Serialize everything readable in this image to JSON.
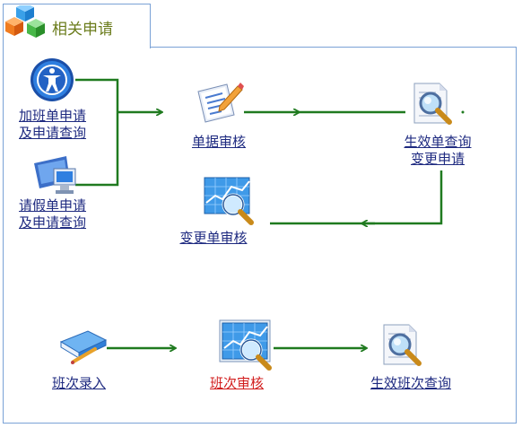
{
  "header": {
    "title": "相关申请",
    "icon": "colored-cubes-icon"
  },
  "colors": {
    "border": "#7aa2d6",
    "line": "#1f7a1f",
    "link": "#1e2a80",
    "link_active": "#d21d1d",
    "title": "#6b7c1c"
  },
  "nodes": {
    "overtime": {
      "line1": "加班单申请",
      "line2": "及申请查询",
      "icon": "accessibility-icon"
    },
    "leave": {
      "line1": "请假单申请",
      "line2": "及申请查询",
      "icon": "monitor-icon"
    },
    "doc_review": {
      "label": "单据审核",
      "icon": "document-pencil-icon"
    },
    "effective": {
      "line1": "生效单查询",
      "line2": "变更申请",
      "icon": "document-search-icon"
    },
    "change_review": {
      "label": "变更单审核",
      "icon": "chart-magnifier-icon"
    },
    "shift_entry": {
      "label": "班次录入",
      "icon": "book-pencil-icon"
    },
    "shift_review": {
      "label": "班次审核",
      "icon": "chart-magnifier-icon"
    },
    "effective_shift": {
      "label": "生效班次查询",
      "icon": "document-search-icon"
    }
  }
}
